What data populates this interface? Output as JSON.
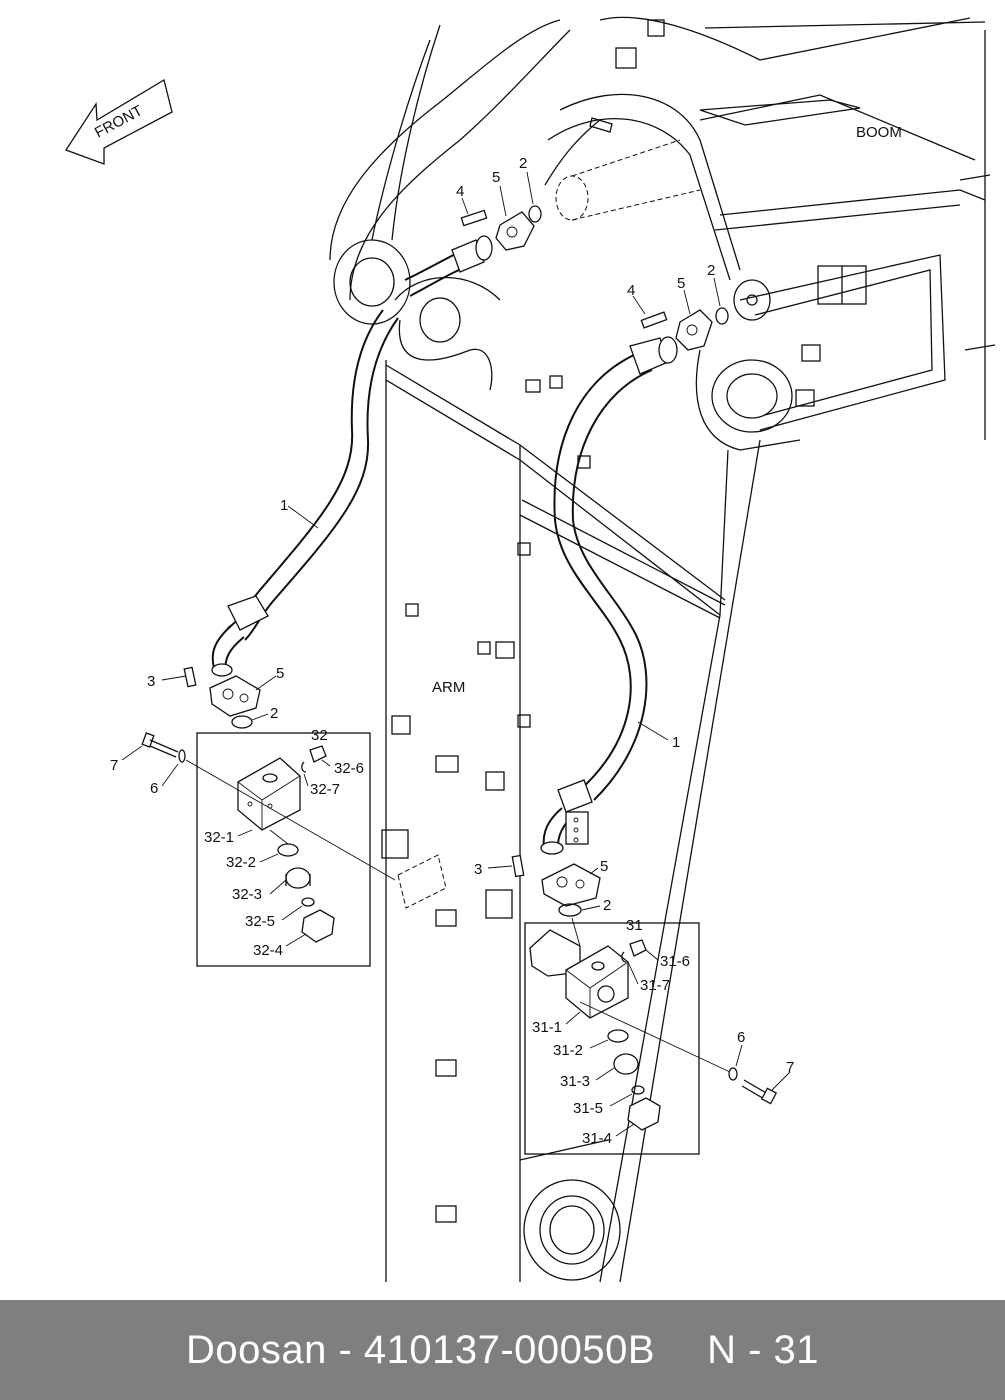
{
  "diagram": {
    "labels": {
      "front": "FRONT",
      "boom": "BOOM",
      "arm": "ARM"
    },
    "callouts": [
      "1",
      "1",
      "2",
      "2",
      "2",
      "2",
      "3",
      "3",
      "4",
      "4",
      "5",
      "5",
      "5",
      "5",
      "6",
      "6",
      "7",
      "7",
      "31",
      "31-1",
      "31-2",
      "31-3",
      "31-4",
      "31-5",
      "31-6",
      "31-7",
      "32",
      "32-1",
      "32-2",
      "32-3",
      "32-4",
      "32-5",
      "32-6",
      "32-7"
    ]
  },
  "footer": {
    "part_title": "Doosan - 410137-00050B",
    "page_ref": "N - 31"
  }
}
